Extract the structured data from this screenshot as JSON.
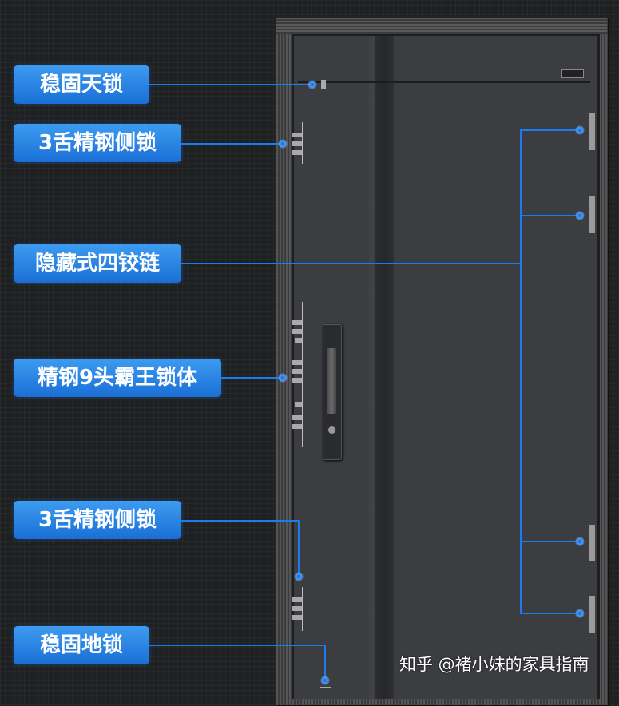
{
  "labels": {
    "top_lock": "稳固天锁",
    "side_lock_upper": "3舌精钢侧锁",
    "hinges": "隐藏式四铰链",
    "main_lock": "精钢9头霸王锁体",
    "side_lock_lower": "3舌精钢侧锁",
    "floor_lock": "稳固地锁"
  },
  "watermark": "知乎 @褚小妹的家具指南",
  "colors": {
    "accent": "#1a7cf0",
    "door": "#3b3d41",
    "background": "#1f2022"
  }
}
